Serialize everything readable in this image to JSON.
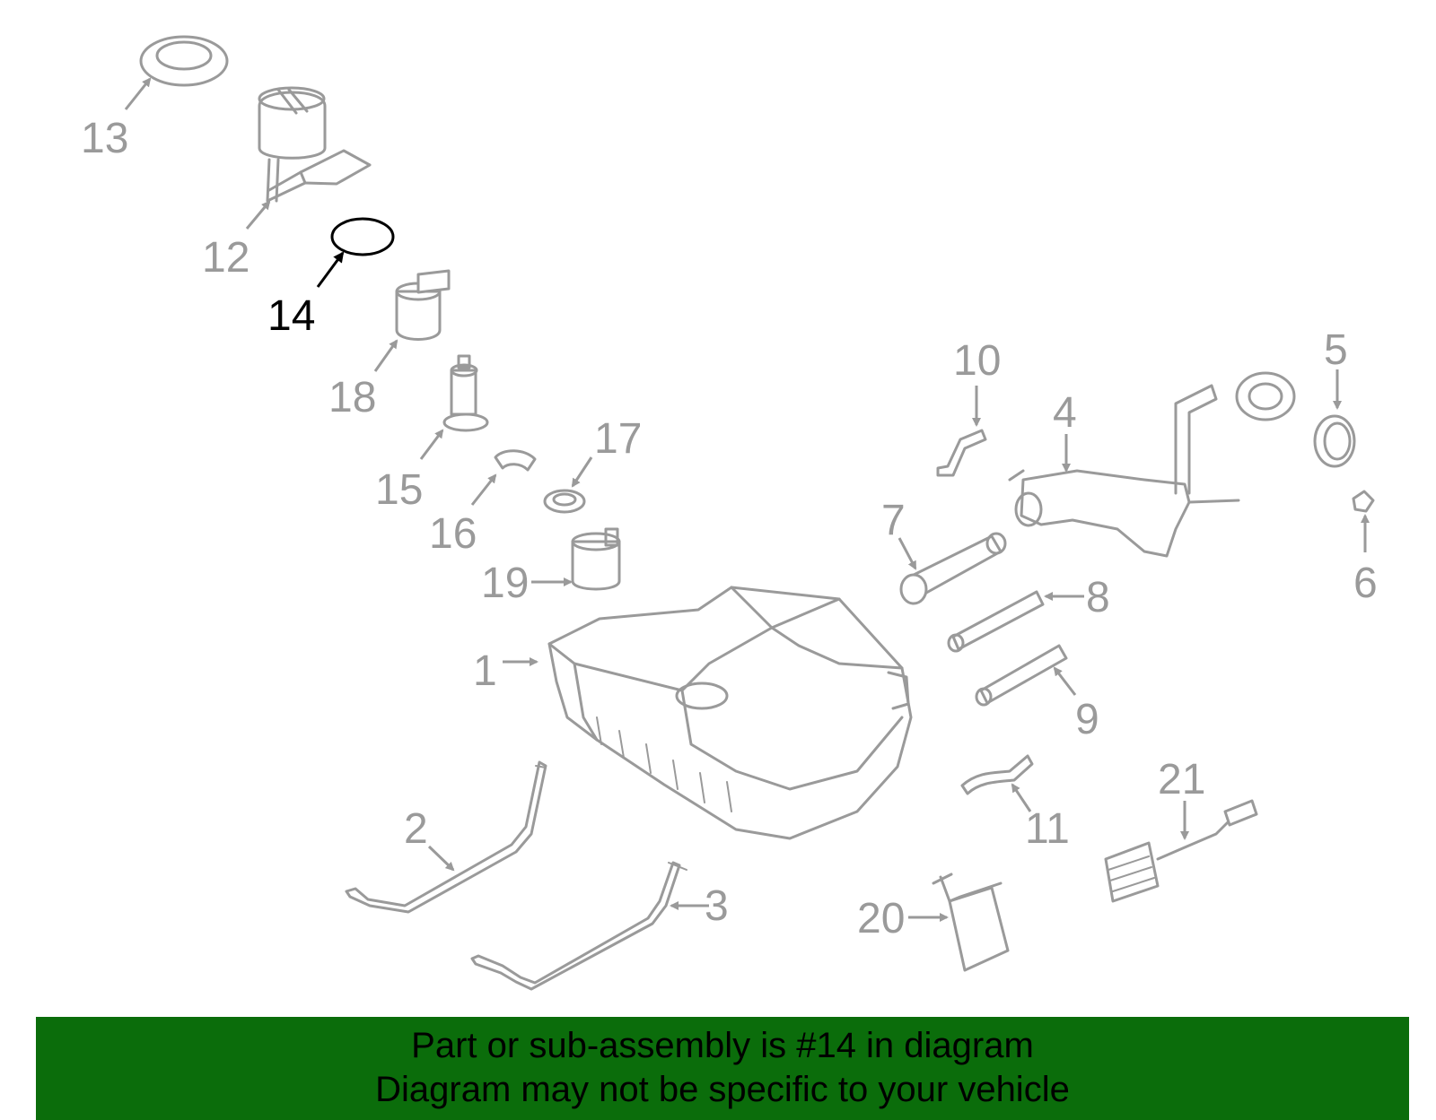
{
  "diagram": {
    "highlight_color": "#000000",
    "part_color": "#9a9a9a",
    "callouts": {
      "c1": "1",
      "c2": "2",
      "c3": "3",
      "c4": "4",
      "c5": "5",
      "c6": "6",
      "c7": "7",
      "c8": "8",
      "c9": "9",
      "c10": "10",
      "c11": "11",
      "c12": "12",
      "c13": "13",
      "c14": "14",
      "c15": "15",
      "c16": "16",
      "c17": "17",
      "c18": "18",
      "c19": "19",
      "c20": "20",
      "c21": "21"
    },
    "highlighted_part": "14"
  },
  "banner": {
    "background": "#0b6d0b",
    "line1": "Part or sub-assembly is #14 in diagram",
    "line2": "Diagram may not be specific to your vehicle"
  }
}
